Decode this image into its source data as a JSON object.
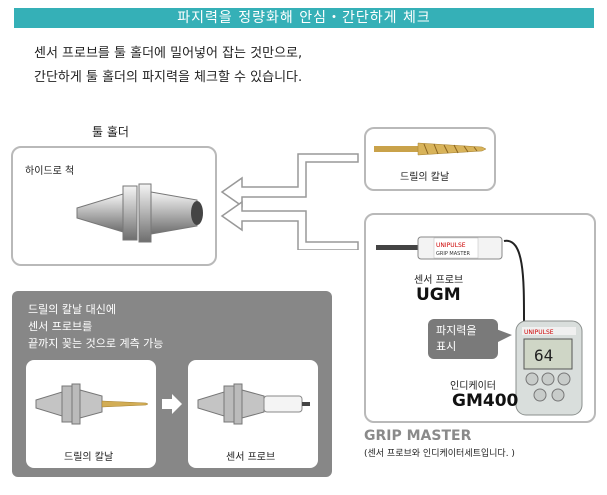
{
  "banner": "파지력을 정량화해 안심・간단하게 체크",
  "intro": {
    "line1": "센서 프로브를 툴 홀더에 밀어넣어 잡는 것만으로,",
    "line2": "간단하게 툴 홀더의 파지력을 체크할 수 있습니다."
  },
  "tool_holder": {
    "heading": "툴 홀더",
    "label": "하이드로 척"
  },
  "drill": {
    "label": "드릴의 칼날"
  },
  "probe": {
    "label": "센서 프로브",
    "model": "UGM",
    "sticker_brand": "UNIPULSE",
    "sticker_name": "GRIP MASTER"
  },
  "indicator": {
    "callout_line1": "파지력을",
    "callout_line2": "표시",
    "label": "인디케이터",
    "model": "GM400",
    "screen_value": "64",
    "brand": "UNIPULSE"
  },
  "grip_master": {
    "title": "GRIP MASTER",
    "note": "(센서 프로브와 인디케이터세트입니다. )"
  },
  "comparison": {
    "line1": "드릴의 칼날 대신에",
    "line2": "센서 프로브를",
    "line3": "끝까지 꽂는 것으로 계측 가능",
    "left_label": "드릴의 칼날",
    "right_label": "센서 프로브"
  },
  "colors": {
    "banner": "#35b0b7",
    "panel": "#878787",
    "border": "#b9b9b9",
    "callout": "#7a7a7a"
  }
}
